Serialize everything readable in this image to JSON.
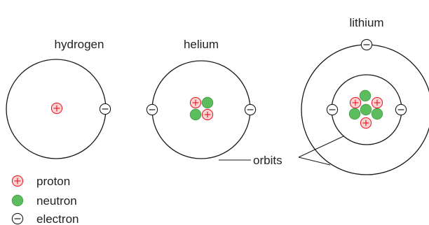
{
  "atoms": {
    "hydrogen": {
      "label": "hydrogen"
    },
    "helium": {
      "label": "helium"
    },
    "lithium": {
      "label": "lithium"
    }
  },
  "callout": {
    "label": "orbits"
  },
  "legend": {
    "proton": {
      "label": "proton"
    },
    "neutron": {
      "label": "neutron"
    },
    "electron": {
      "label": "electron"
    }
  },
  "colors": {
    "proton_fill": "#fbd3d3",
    "proton_stroke": "#e8202a",
    "neutron_fill": "#5cbd5e",
    "neutron_stroke": "#3e9a42",
    "line": "#1a1a1a"
  }
}
